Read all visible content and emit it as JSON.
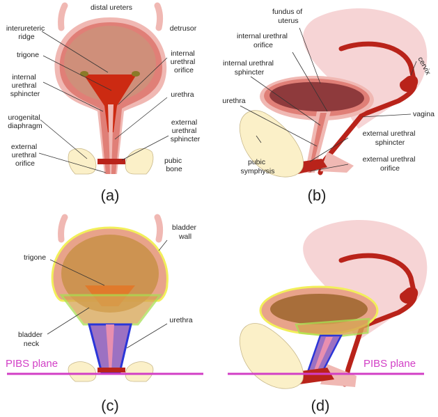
{
  "panels": {
    "a": {
      "caption": "(a)",
      "labels": {
        "distal_ureters": "distal ureters",
        "interureteric_ridge": [
          "interureteric",
          "ridge"
        ],
        "detrusor": "detrusor",
        "trigone": "trigone",
        "internal_urethral_orifice": [
          "internal",
          "urethral",
          "orifice"
        ],
        "internal_urethral_sphincter": [
          "internal",
          "urethral",
          "sphincter"
        ],
        "urethra": "urethra",
        "urogenital_diaphragm": [
          "urogenital",
          "diaphragm"
        ],
        "external_urethral_sphincter": [
          "external",
          "urethral",
          "sphincter"
        ],
        "external_urethral_orifice": [
          "external",
          "urethral",
          "orifice"
        ],
        "pubic_bone": [
          "pubic",
          "bone"
        ]
      }
    },
    "b": {
      "caption": "(b)",
      "labels": {
        "fundus_of_uterus": [
          "fundus of",
          "uterus"
        ],
        "internal_urethral_orifice": [
          "internal urethral",
          "orifice"
        ],
        "cervix": "cervix",
        "internal_urethral_sphincter": [
          "internal urethral",
          "sphincter"
        ],
        "urethra": "urethra",
        "vagina": "vagina",
        "external_urethral_sphincter": [
          "external urethral",
          "sphincter"
        ],
        "pubic_symphysis": [
          "pubic",
          "symphysis"
        ],
        "external_urethral_orifice": [
          "external urethral",
          "orifice"
        ]
      }
    },
    "c": {
      "caption": "(c)",
      "labels": {
        "bladder_wall": [
          "bladder",
          "wall"
        ],
        "trigone": "trigone",
        "bladder_neck": [
          "bladder",
          "neck"
        ],
        "urethra": "urethra",
        "pibs_plane": "PIBS plane"
      }
    },
    "d": {
      "caption": "(d)",
      "labels": {
        "pibs_plane": "PIBS plane"
      }
    }
  },
  "colors": {
    "tissue_outer": "#f0b8b3",
    "tissue_mid": "#e07f77",
    "bladder_lumen": "#cf8f7a",
    "trigone_red": "#cc2a12",
    "dark_red": "#b9231a",
    "bone": "#fbf0c8",
    "uterus": "#f6d4d5",
    "dark_bladder": "#8e3a3c",
    "overlay_brown": "#b88a38",
    "outline_yellow": "#f2ef5a",
    "outline_green": "#a8e052",
    "outline_blue": "#2a36d8",
    "pibs_magenta": "#d23fc6"
  }
}
